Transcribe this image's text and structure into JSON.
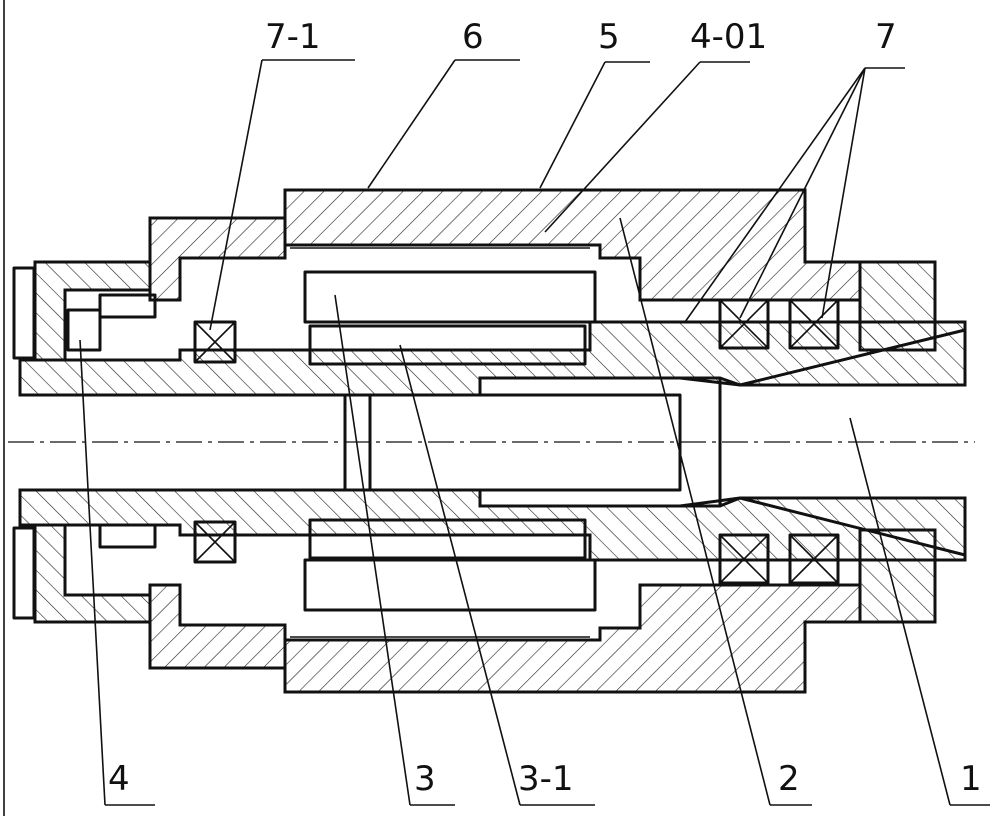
{
  "labels": {
    "l1": "1",
    "l2": "2",
    "l3": "3",
    "l3_1": "3-1",
    "l4": "4",
    "l4_01": "4-01",
    "l5": "5",
    "l6": "6",
    "l7": "7",
    "l7_1": "7-1"
  }
}
